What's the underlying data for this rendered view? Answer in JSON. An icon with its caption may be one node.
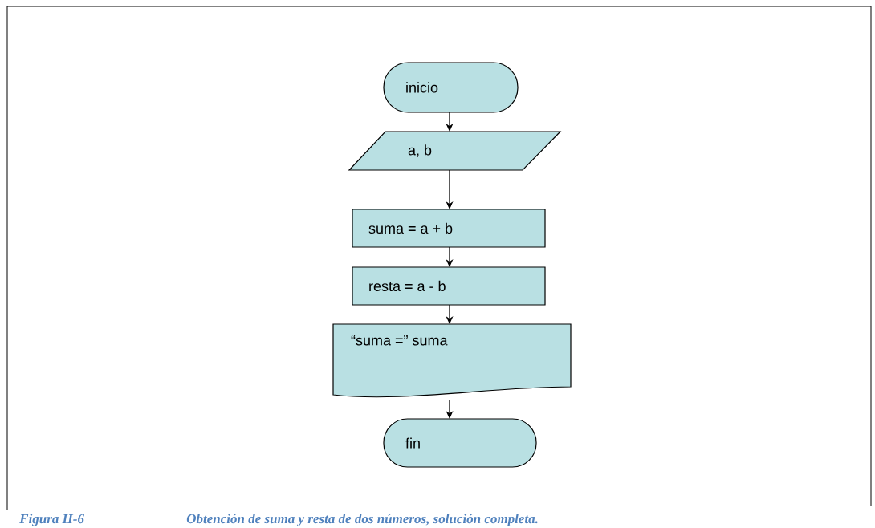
{
  "diagram": {
    "caption": "Obtención de suma y resta de dos números, solución completa.",
    "nodes": [
      {
        "text": [
          "inicio"
        ]
      },
      {
        "text": [
          "a, b"
        ]
      },
      {
        "text": [
          "suma = a + b"
        ]
      },
      {
        "text": [
          "resta = a - b"
        ]
      },
      {
        "text": [
          "“suma =” suma"
        ]
      },
      {
        "text": [
          "fin"
        ]
      }
    ],
    "edges": [
      {
        "from": 0,
        "to": 1,
        "arrow": "to"
      },
      {
        "from": 1,
        "to": 2,
        "arrow": "to"
      },
      {
        "from": 2,
        "to": 3,
        "arrow": "to"
      },
      {
        "from": 3,
        "to": 4,
        "arrow": "to"
      },
      {
        "from": 4,
        "to": 5,
        "arrow": "to"
      }
    ],
    "labels": [
      "Figura II-6"
    ]
  }
}
